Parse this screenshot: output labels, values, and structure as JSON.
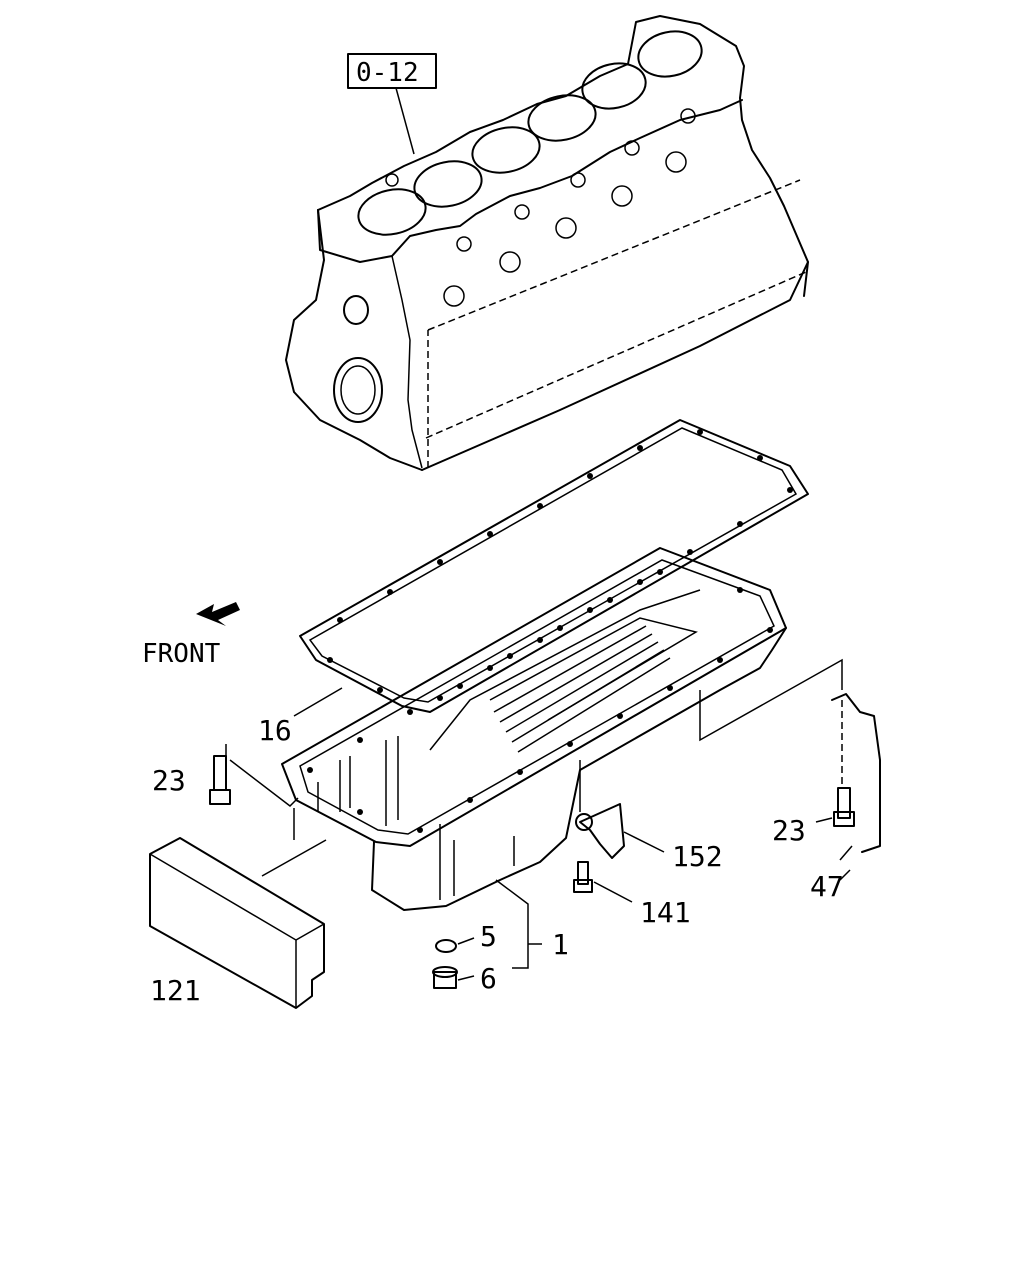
{
  "diagram": {
    "reference_box": "0-12",
    "direction_label": "FRONT",
    "callouts": {
      "gasket": "16",
      "bolt_left": "23",
      "bolt_right": "23",
      "insulator": "121",
      "washer": "5",
      "drain_plug": "6",
      "assembly": "1",
      "bracket": "152",
      "bracket_bolt": "141",
      "tube": "47"
    }
  }
}
